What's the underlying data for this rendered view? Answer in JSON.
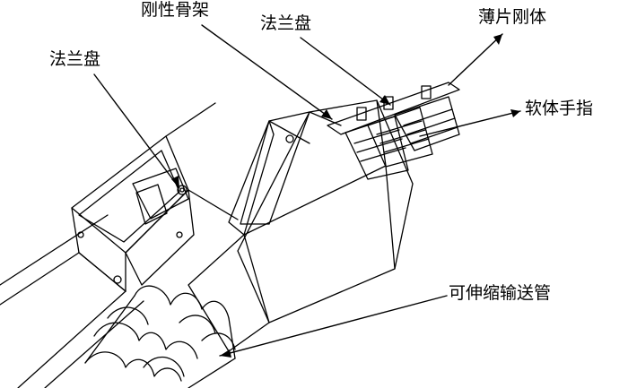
{
  "labels": {
    "rigid_frame": "刚性骨架",
    "flange_top": "法兰盘",
    "thin_rigid_body": "薄片刚体",
    "flange_left": "法兰盘",
    "soft_finger": "软体手指",
    "telescopic_tube": "可伸缩输送管"
  },
  "colors": {
    "stroke": "#000000",
    "background": "#ffffff"
  }
}
